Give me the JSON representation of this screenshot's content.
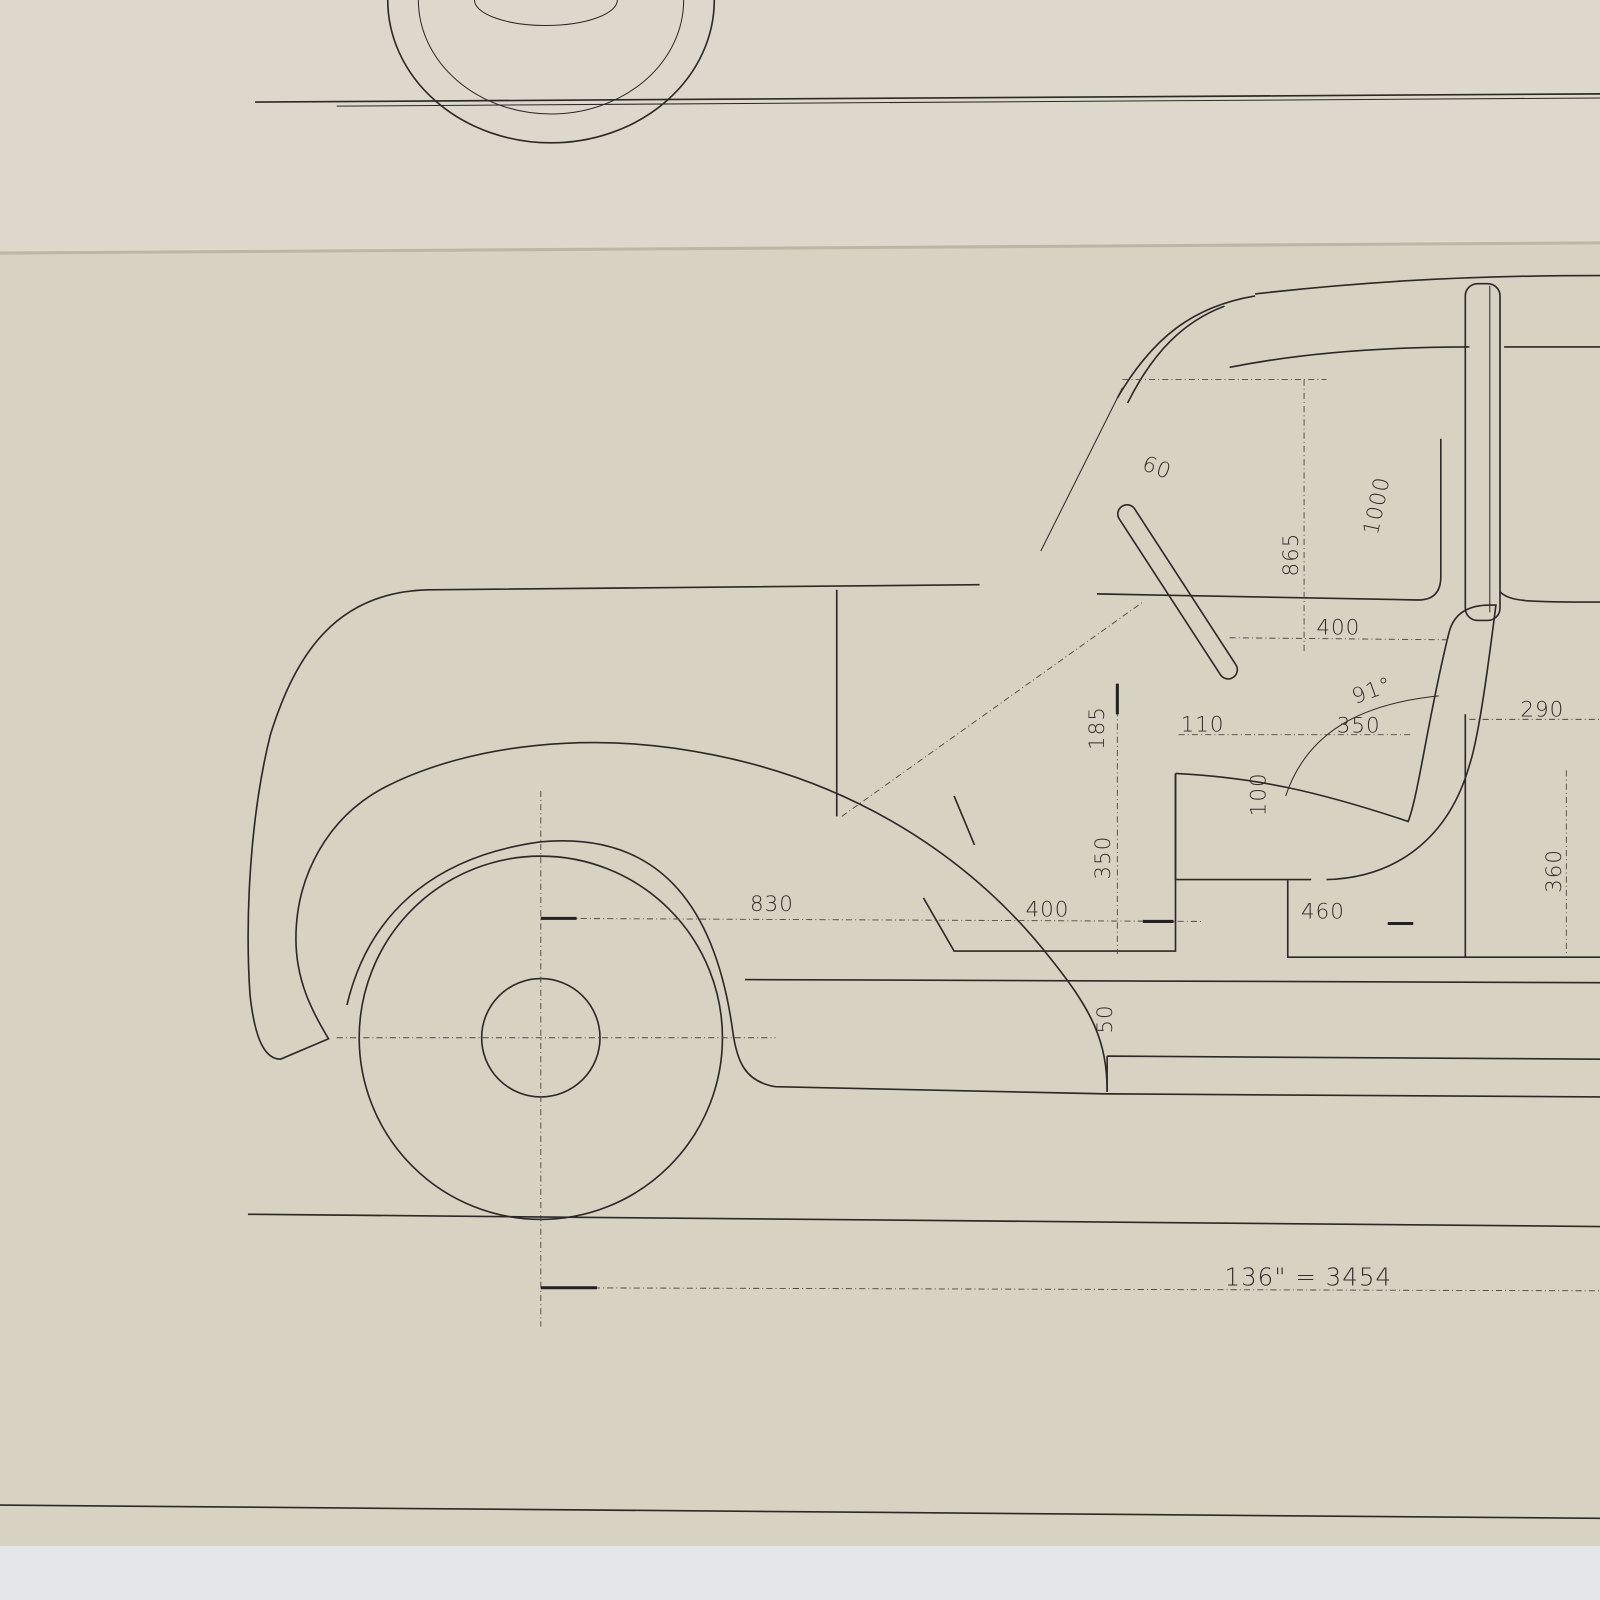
{
  "colors": {
    "paper": "#d8d2c3",
    "paper_upper": "#ddd8cb",
    "ink": "#2b2a28",
    "background": "#e4e6ea"
  },
  "dimensions": {
    "windscreen_thickness": "60",
    "screen_height_diag": "1000",
    "height_865": "865",
    "width_400_upper": "400",
    "angle": "91°",
    "width_350": "350",
    "width_290": "290",
    "height_185": "185",
    "width_110": "110",
    "height_100": "100",
    "height_350": "350",
    "height_360": "360",
    "length_830": "830",
    "width_400_lower": "400",
    "width_460": "460",
    "height_50": "50",
    "wheelbase": "136\" = 3454"
  }
}
